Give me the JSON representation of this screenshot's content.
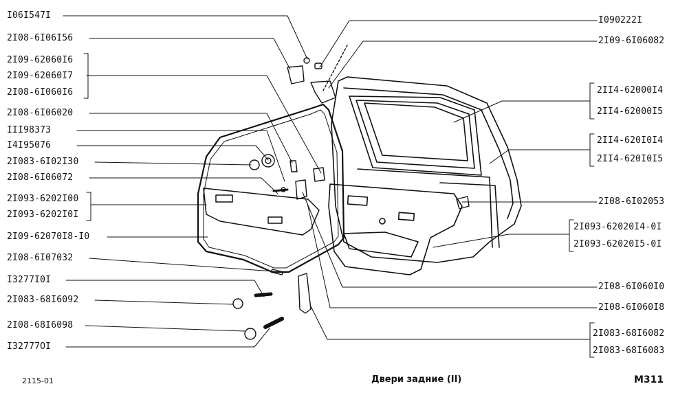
{
  "labels": {
    "l1": "I06I547I",
    "l2": "2I08-6I06I56",
    "l3a": "2I09-62060I6",
    "l3b": "2I09-62060I7",
    "l3c": "2I08-6I060I6",
    "l4": "2I08-6I06020",
    "l5": "III98373",
    "l6": "I4I95076",
    "l7": "2I083-6I02I30",
    "l8": "2I08-6I06072",
    "l9a": "2I093-6202I00",
    "l9b": "2I093-6202I0I",
    "l10": "2I09-62070I8-I0",
    "l11": "2I08-6I07032",
    "l12": "I3277I0I",
    "l13": "2I083-68I6092",
    "l14": "2I08-68I6098",
    "l15": "I32777OI",
    "r1": "I090222I",
    "r2": "2I09-6I06082",
    "r3a": "2II4-62000I4",
    "r3b": "2II4-62000I5",
    "r4a": "2II4-620I0I4",
    "r4b": "2II4-620I0I5",
    "r5": "2I08-6I02053",
    "r6a": "2I093-62020I4-0I",
    "r6b": "2I093-62020I5-0I",
    "r7": "2I08-6I060I0",
    "r8": "2I08-6I060I8",
    "r9a": "2I083-68I6082",
    "r9b": "2I083-68I6083"
  },
  "footer": {
    "left": "2115-01",
    "center": "Двери задние (II)",
    "right": "M311"
  },
  "colors": {
    "ink": "#111111",
    "paper": "#ffffff"
  }
}
